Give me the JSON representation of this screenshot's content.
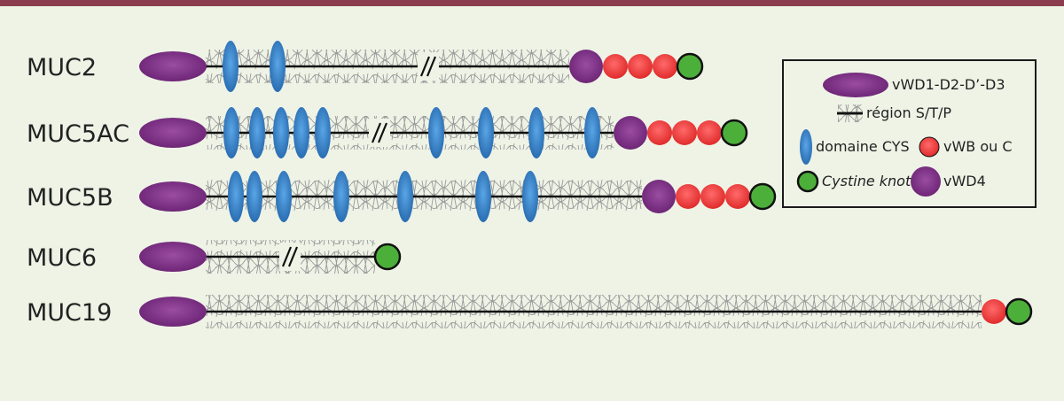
{
  "colors": {
    "top_bar": "#8b3d4f",
    "background": "#eef3e6",
    "vwd": "#7b2d82",
    "cys": "#2f7fc4",
    "vwc": "#e53b3b",
    "cystine_knot": "#4caf3a",
    "backbone": "#111111",
    "glycan": "#9a9a9a"
  },
  "genes": [
    {
      "label": "MUC2",
      "end": 642,
      "breaks": [
        483
      ],
      "cys": [
        260,
        313
      ],
      "vwd4": true,
      "vwc_count": 3
    },
    {
      "label": "MUC5AC",
      "end": 692,
      "breaks": [
        428
      ],
      "cys": [
        261,
        290,
        317,
        340,
        364,
        492,
        548,
        605,
        668
      ],
      "vwd4": true,
      "vwc_count": 3
    },
    {
      "label": "MUC5B",
      "end": 724,
      "breaks": [],
      "cys": [
        266,
        287,
        320,
        385,
        457,
        545,
        598
      ],
      "vwd4": true,
      "vwc_count": 3
    },
    {
      "label": "MUC6",
      "end": 423,
      "breaks": [
        327
      ],
      "cys": [],
      "vwd4": false,
      "vwc_count": 0
    },
    {
      "label": "MUC19",
      "end": 1107,
      "breaks": [],
      "cys": [],
      "vwd4": false,
      "vwc_count": 1
    }
  ],
  "legend": {
    "vwd_label": "vWD1-D2-D’-D3",
    "stp_label": "région S/T/P",
    "cys_label": "domaine CYS",
    "vwc_label": "vWB ou C",
    "ck_label": "Cystine knot",
    "vwd4_label": "vWD4"
  }
}
